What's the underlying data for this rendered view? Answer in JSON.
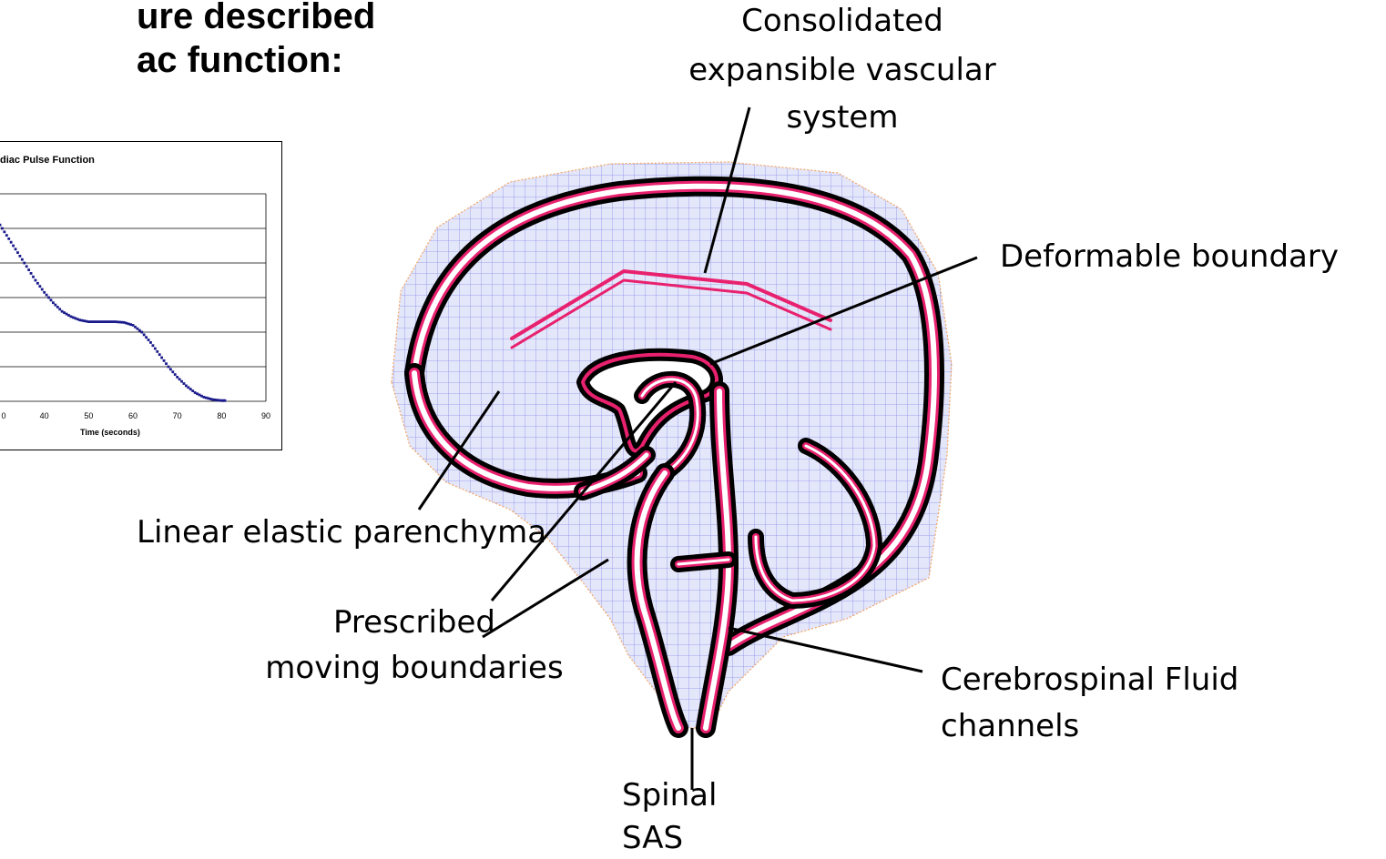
{
  "heading": {
    "line1": "ure described",
    "line2": "ac function:"
  },
  "chart_data": {
    "type": "line",
    "title": "diac Pulse Function",
    "xlabel": "Time (seconds)",
    "ylabel": "",
    "x_ticks": [
      "0",
      "40",
      "50",
      "60",
      "70",
      "80",
      "90"
    ],
    "xlim": [
      30,
      90
    ],
    "ylim": [
      0,
      6
    ],
    "grid": true,
    "series": [
      {
        "color": "#1a1a8c",
        "marker": "square-dotted",
        "x": [
          30,
          32,
          34,
          36,
          38,
          40,
          42,
          44,
          46,
          48,
          50,
          52,
          54,
          56,
          58,
          60,
          62,
          64,
          66,
          68,
          70,
          72,
          74,
          76,
          78,
          80,
          81
        ],
        "values": [
          5.1,
          4.7,
          4.3,
          3.9,
          3.5,
          3.15,
          2.85,
          2.6,
          2.45,
          2.35,
          2.3,
          2.3,
          2.3,
          2.3,
          2.28,
          2.2,
          2.0,
          1.7,
          1.35,
          1.0,
          0.7,
          0.45,
          0.25,
          0.12,
          0.05,
          0.02,
          0.02
        ]
      }
    ]
  },
  "labels": {
    "consolidated": [
      "Consolidated",
      "expansible vascular",
      "system"
    ],
    "deformable": "Deformable boundary",
    "parenchyma": "Linear elastic parenchyma",
    "prescribed": [
      "Prescribed",
      "moving boundaries"
    ],
    "csf": [
      "Cerebrospinal Fluid",
      "channels"
    ],
    "spinal": [
      "Spinal",
      "SAS"
    ]
  },
  "colors": {
    "mesh_fill": "#d9dcf7",
    "mesh_line": "#8a8fe8",
    "boundary_red": "#e8216e",
    "boundary_black": "#000000"
  }
}
